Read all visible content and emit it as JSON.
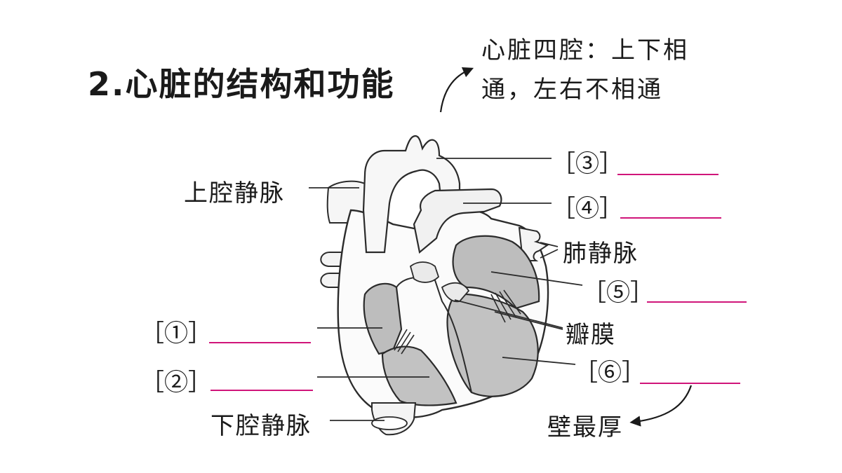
{
  "title": "2.心脏的结构和功能",
  "note": {
    "line1": "心脏四腔：上下相",
    "line2": "通，左右不相通"
  },
  "labels": {
    "superior_vena_cava": "上腔静脉",
    "inferior_vena_cava": "下腔静脉",
    "pulmonary_veins": "肺静脉",
    "valves": "瓣膜",
    "thickest_wall": "壁最厚"
  },
  "numbered_blanks": [
    {
      "num": "①",
      "answer": ""
    },
    {
      "num": "②",
      "answer": ""
    },
    {
      "num": "③",
      "answer": ""
    },
    {
      "num": "④",
      "answer": ""
    },
    {
      "num": "⑤",
      "answer": ""
    },
    {
      "num": "⑥",
      "answer": ""
    }
  ],
  "colors": {
    "blank_line": "#d0157a",
    "chamber_fill": "#bdbdbd",
    "outline": "#2b2b2b"
  }
}
